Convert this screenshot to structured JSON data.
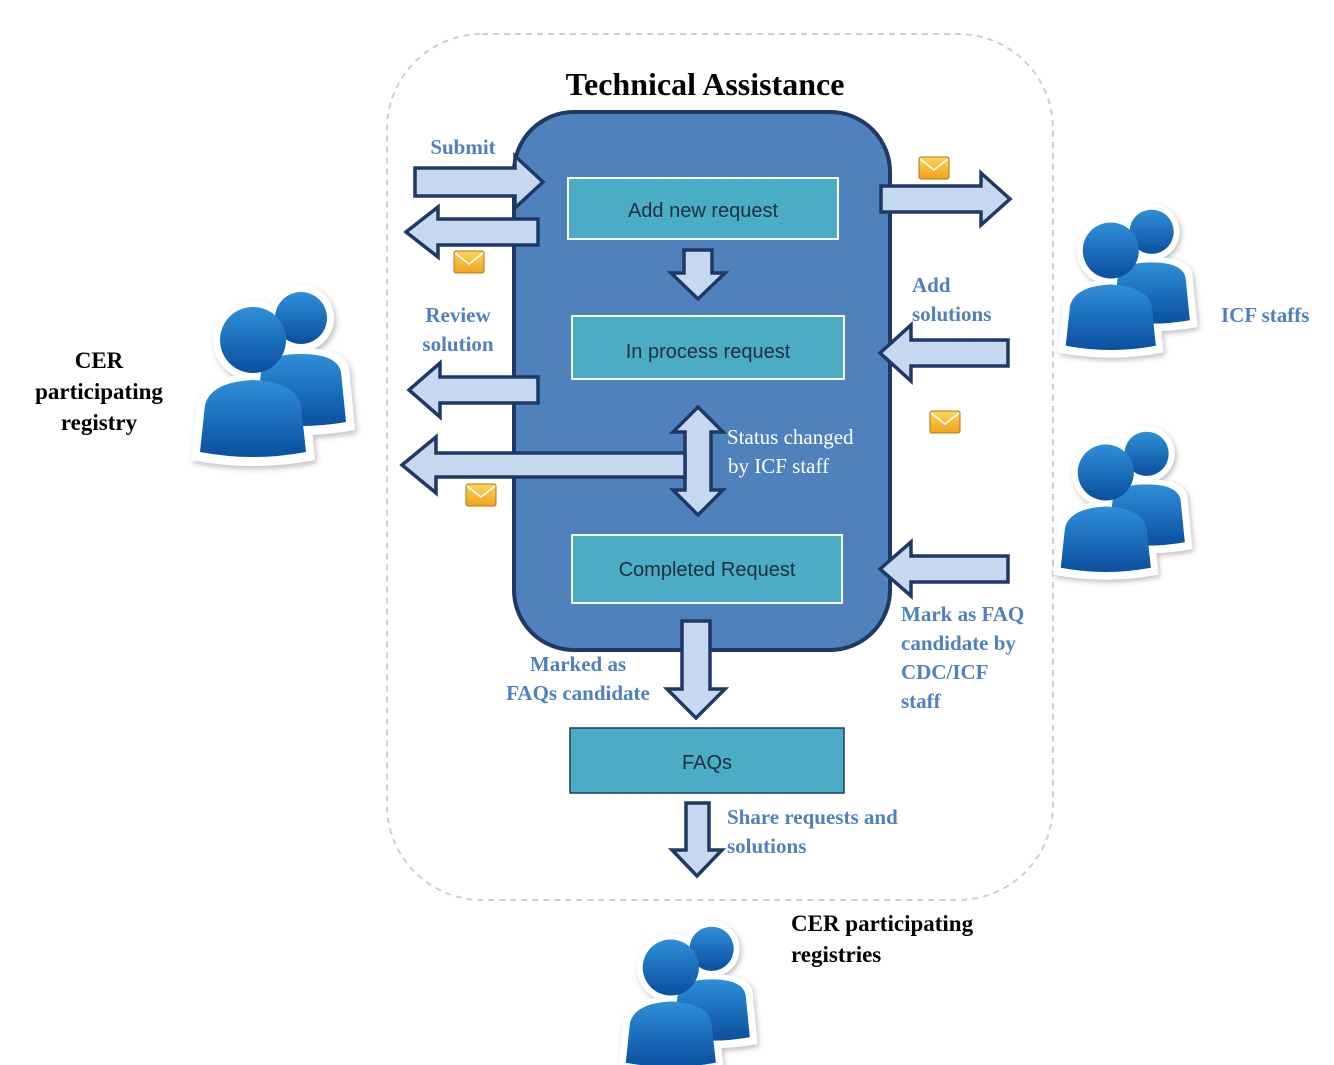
{
  "title": "Technical Assistance",
  "boxes": {
    "add_new": "Add new request",
    "in_process": "In process request",
    "completed": "Completed Request",
    "faqs": "FAQs"
  },
  "labels": {
    "submit": "Submit",
    "review_1": "Review",
    "review_2": "solution",
    "status_1": "Status changed",
    "status_2": "by ICF staff",
    "add_solutions_1": "Add",
    "add_solutions_2": "solutions",
    "mark_faq_1": "Mark as FAQ",
    "mark_faq_2": "candidate by",
    "mark_faq_3": "CDC/ICF",
    "mark_faq_4": "staff",
    "marked_faqs_1": "Marked as",
    "marked_faqs_2": "FAQs candidate",
    "share_1": "Share requests and",
    "share_2": "solutions"
  },
  "actors": {
    "cer_registry_1": "CER",
    "cer_registry_2": "participating",
    "cer_registry_3": "registry",
    "icf_staffs": "ICF staffs",
    "cer_registries_1": "CER participating",
    "cer_registries_2": "registries"
  },
  "icons": [
    "users-icon",
    "mail-icon",
    "arrow-icon"
  ],
  "colors": {
    "process_panel": "#4f81bd",
    "box_fill": "#4bacc6",
    "arrow_fill": "#c6d9f1",
    "arrow_stroke": "#1f3864",
    "label_blue": "#4f81bd",
    "envelope": "#f5b324"
  }
}
